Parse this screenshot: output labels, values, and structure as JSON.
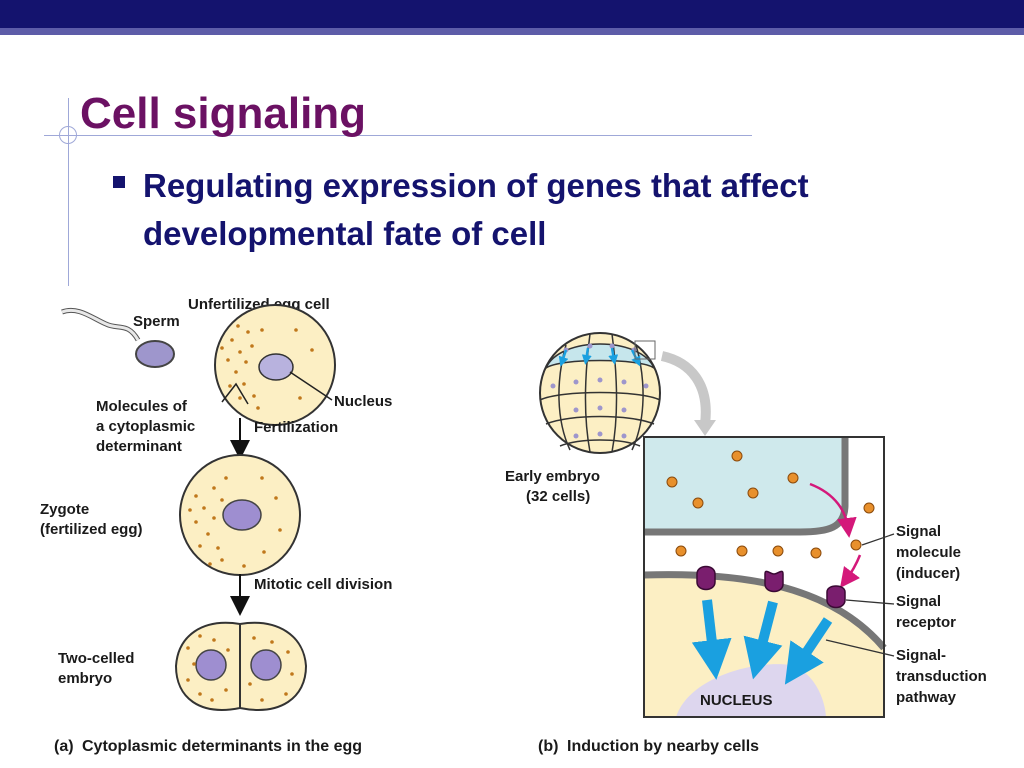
{
  "slide": {
    "title": "Cell signaling",
    "bullet": "Regulating expression of genes that affect developmental fate of cell"
  },
  "panel_a": {
    "sperm": "Sperm",
    "unfertilized": "Unfertilized egg cell",
    "molecules": [
      "Molecules of",
      "a cytoplasmic",
      "determinant"
    ],
    "nucleus": "Nucleus",
    "fertilization": "Fertilization",
    "zygote": [
      "Zygote",
      "(fertilized egg)"
    ],
    "mitotic": "Mitotic cell division",
    "two_celled": [
      "Two-celled",
      "embryo"
    ],
    "caption_letter": "(a)",
    "caption": "Cytoplasmic determinants in the egg"
  },
  "panel_b": {
    "early_embryo": [
      "Early embryo",
      "(32 cells)"
    ],
    "signal_molecule": [
      "Signal",
      "molecule",
      "(inducer)"
    ],
    "signal_receptor": [
      "Signal",
      "receptor"
    ],
    "signal_transduction": [
      "Signal-",
      "transduction",
      "pathway"
    ],
    "nucleus": "NUCLEUS",
    "caption_letter": "(b)",
    "caption": "Induction by nearby cells"
  },
  "colors": {
    "title": "#6b1163",
    "bullet": "#14136e",
    "cell_fill": "#fcefc4",
    "dots": "#c0781c",
    "nucleus": "#9890c8",
    "arrow_blue": "#1aa0e0"
  }
}
